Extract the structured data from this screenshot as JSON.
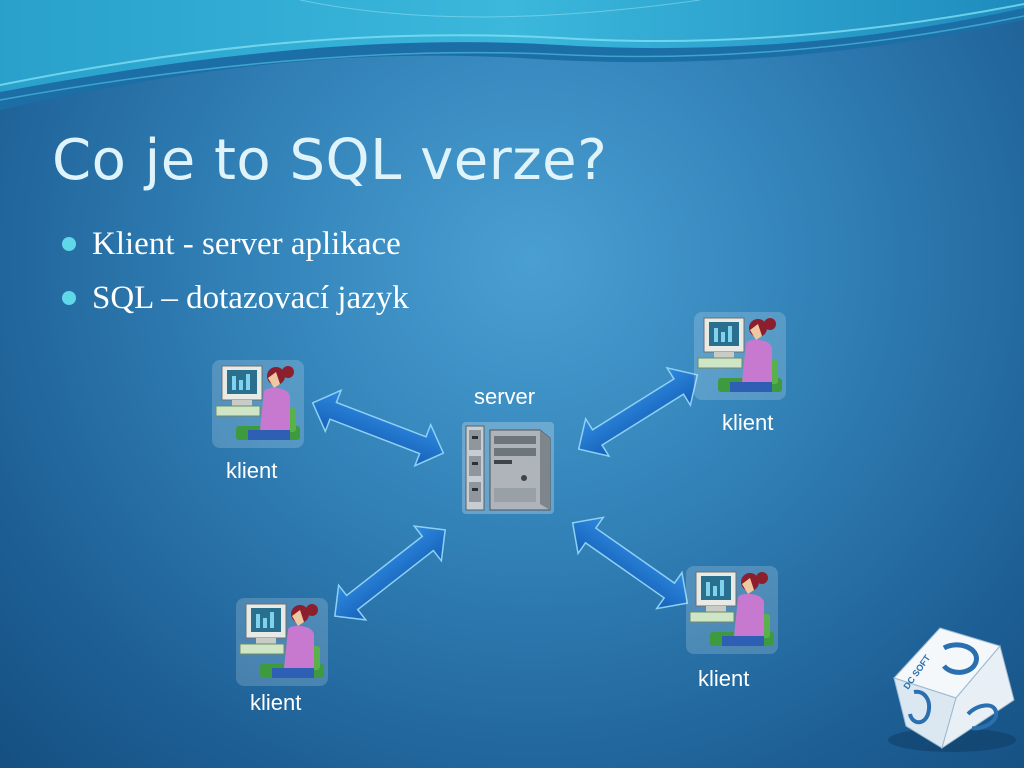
{
  "slide": {
    "title": "Co je to SQL verze?",
    "bullets": [
      "Klient - server aplikace",
      "SQL – dotazovací jazyk"
    ]
  },
  "diagram": {
    "server_label": "server",
    "clients": [
      {
        "label": "klient"
      },
      {
        "label": "klient"
      },
      {
        "label": "klient"
      },
      {
        "label": "klient"
      }
    ],
    "icons": {
      "server": "server-tower-icon",
      "client": "woman-at-computer-icon",
      "arrow": "double-arrow-icon",
      "logo": "dc-soft-cube-logo"
    }
  },
  "logo": {
    "text": "DC SOFT"
  }
}
